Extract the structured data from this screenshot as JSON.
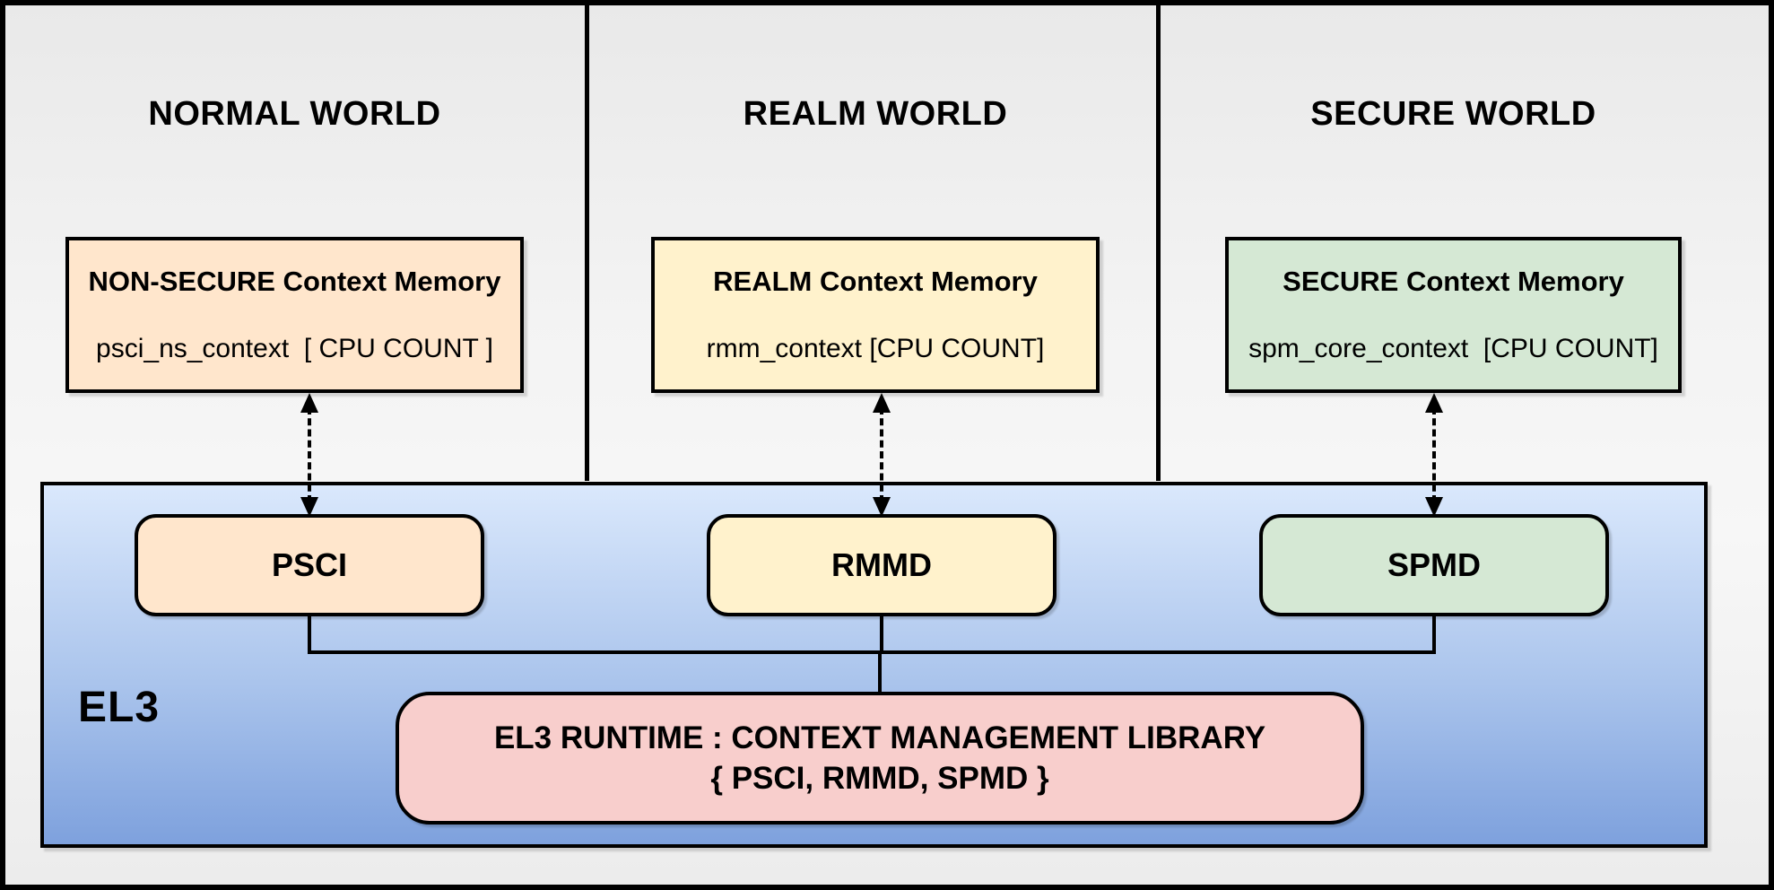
{
  "worlds": [
    {
      "title": "NORMAL WORLD",
      "memory": {
        "title": "NON-SECURE Context Memory",
        "array": "psci_ns_context  [ CPU COUNT ]"
      },
      "module": "PSCI",
      "color": "#FFE6CC"
    },
    {
      "title": "REALM WORLD",
      "memory": {
        "title": "REALM Context Memory",
        "array": "rmm_context [CPU COUNT]"
      },
      "module": "RMMD",
      "color": "#FFF2CC"
    },
    {
      "title": "SECURE WORLD",
      "memory": {
        "title": "SECURE Context Memory",
        "array": "spm_core_context  [CPU COUNT]"
      },
      "module": "SPMD",
      "color": "#D5E8D4"
    }
  ],
  "el3": {
    "label": "EL3",
    "runtime": {
      "line1": "EL3 RUNTIME : CONTEXT MANAGEMENT LIBRARY",
      "line2": "{ PSCI, RMMD, SPMD }",
      "color": "#F8CECC"
    },
    "background_top": "#DAE8FC",
    "background_bottom": "#7EA1DD"
  },
  "colors": {
    "border": "#000000",
    "page_background": "#EFEFEF"
  }
}
